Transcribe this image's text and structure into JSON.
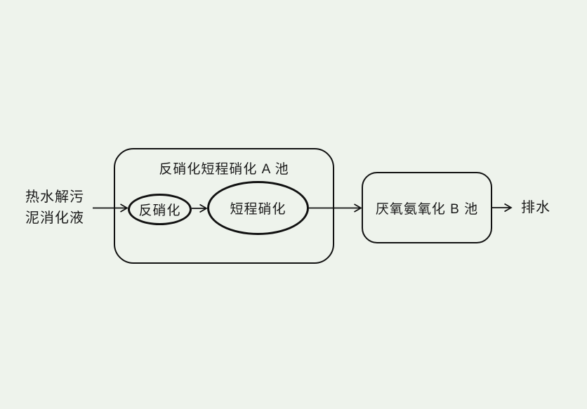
{
  "colors": {
    "background": "#eef3ec",
    "stroke": "#111111",
    "text": "#1a1a1a"
  },
  "diagram": {
    "influent": {
      "line1": "热水解污",
      "line2": "泥消化液"
    },
    "tank_a": {
      "title": "反硝化短程硝化 A 池",
      "stages": [
        {
          "label": "反硝化"
        },
        {
          "label": "短程硝化"
        }
      ]
    },
    "tank_b": {
      "label": "厌氧氨氧化 B 池"
    },
    "effluent": {
      "label": "排水"
    }
  }
}
